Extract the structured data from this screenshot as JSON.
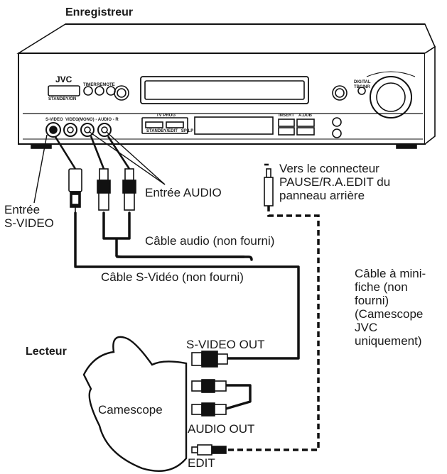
{
  "labels": {
    "recorder": "Enregistreur",
    "pause_connector": "Vers le connecteur\nPAUSE/R.A.EDIT du\npanneau arrière",
    "audio_input": "Entrée AUDIO",
    "svideo_input": "Entrée\nS-VIDEO",
    "audio_cable": "Câble audio (non fourni)",
    "mini_plug_cable": "Câble à mini-\nfiche (non\nfourni)\n(Camescope\nJVC\nuniquement)",
    "svideo_cable": "Câble S-Vidéo (non fourni)",
    "svideo_out": "S-VIDEO OUT",
    "player": "Lecteur",
    "camcorder": "Camescope",
    "audio_out": "AUDIO OUT",
    "edit": "EDIT"
  },
  "panel": {
    "brand": "JVC",
    "standby": "STANDBY/ON",
    "timer": "TIMER",
    "remote": "REMOTE",
    "digital_tbc": "DIGITAL\nTBC/NR",
    "svideo": "S-VIDEO",
    "video": "VIDEO",
    "audio": "(MONO) - AUDIO - R",
    "tv_prog": "TV PROG",
    "speed": "STANDBY/EDIT   SP/LP",
    "insert": "INSERT",
    "adub": "A.DUB"
  }
}
